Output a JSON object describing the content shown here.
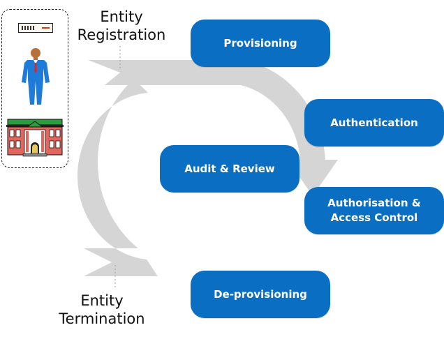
{
  "entities": {
    "icons": [
      "server-icon",
      "person-icon",
      "building-icon"
    ]
  },
  "labels": {
    "registration": "Entity\nRegistration",
    "termination": "Entity\nTermination"
  },
  "stages": {
    "provisioning": "Provisioning",
    "authentication": "Authentication",
    "audit_review": "Audit & Review",
    "authorisation": "Authorisation &\nAccess Control",
    "deprovisioning": "De-provisioning"
  },
  "colors": {
    "pill": "#0a6ec2",
    "cycle_arrow": "#d5d5d5"
  }
}
